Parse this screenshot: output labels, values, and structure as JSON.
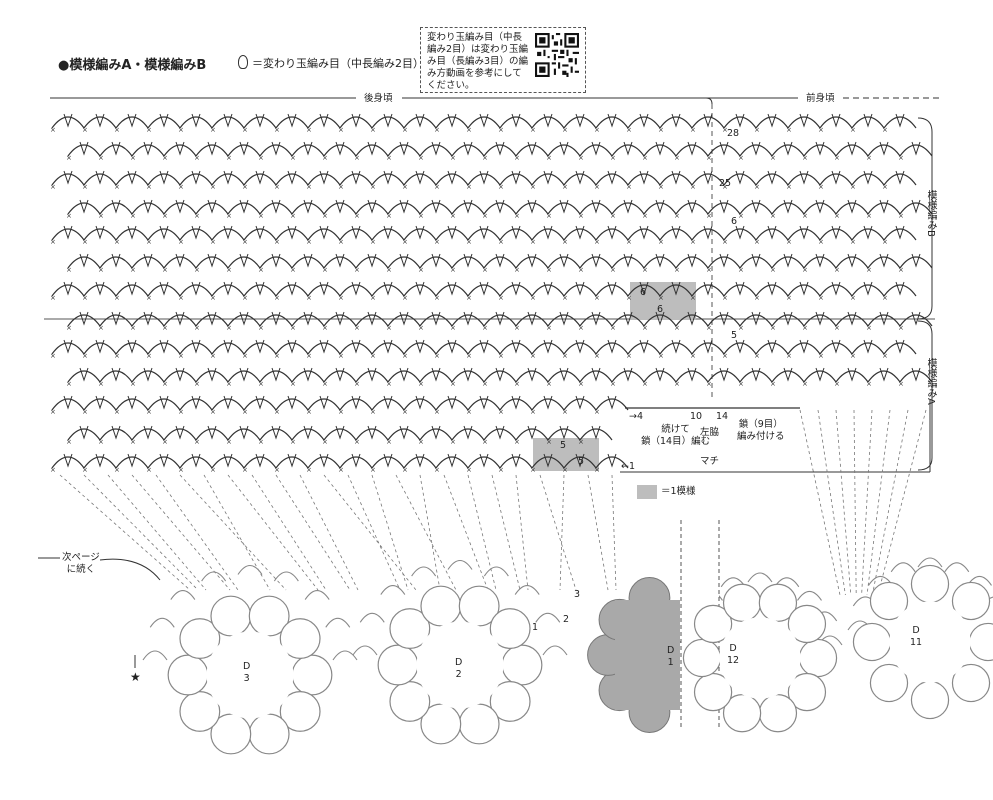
{
  "title": "●模様編みA・模様編みB",
  "legend_symbol": {
    "icon": "puff-stitch-icon",
    "text": "＝変わり玉編み目（中長編み2目）"
  },
  "note": {
    "lines": [
      "変わり玉編み目（中長",
      "編み2目）は変わり玉編",
      "み目（長編み3目）の編",
      "み方動画を参考にして",
      "ください。"
    ],
    "qr_icon": "qr-code-icon"
  },
  "sections": {
    "back": "後身頃",
    "front": "前身頃"
  },
  "side_labels": {
    "pattern_b": "模様編みB",
    "pattern_a": "模様編みA"
  },
  "row_numbers": {
    "r28": "28",
    "r25": "25",
    "r6_left": "6",
    "r6_right": "6",
    "r6_front": "6",
    "r5_left": "5",
    "r5_right": "5",
    "r5_front": "5",
    "r1": "←1"
  },
  "bottom_marks": {
    "m4": "→4",
    "m10": "10",
    "m14": "14"
  },
  "annotations": {
    "continue": [
      "続けて",
      "鎖（14目）編む"
    ],
    "left_side": "左脇",
    "chain9": [
      "鎖（9目）",
      "編み付ける"
    ],
    "gusset": "マチ",
    "legend_gray": "＝1模様",
    "next_page": [
      "次ページ",
      "に続く"
    ]
  },
  "motifs": [
    {
      "id": "D3",
      "letter": "D",
      "num": "3"
    },
    {
      "id": "D2",
      "letter": "D",
      "num": "2"
    },
    {
      "id": "D1",
      "letter": "D",
      "num": "1"
    },
    {
      "id": "D12",
      "letter": "D",
      "num": "12"
    },
    {
      "id": "D11",
      "letter": "D",
      "num": "11"
    }
  ],
  "join_numbers": [
    "1",
    "2",
    "3"
  ],
  "star": "★",
  "colors": {
    "line": "#333333",
    "shade": "#bdbdbd",
    "motif_fill": "#a9a9a9",
    "dash": "#777777"
  }
}
